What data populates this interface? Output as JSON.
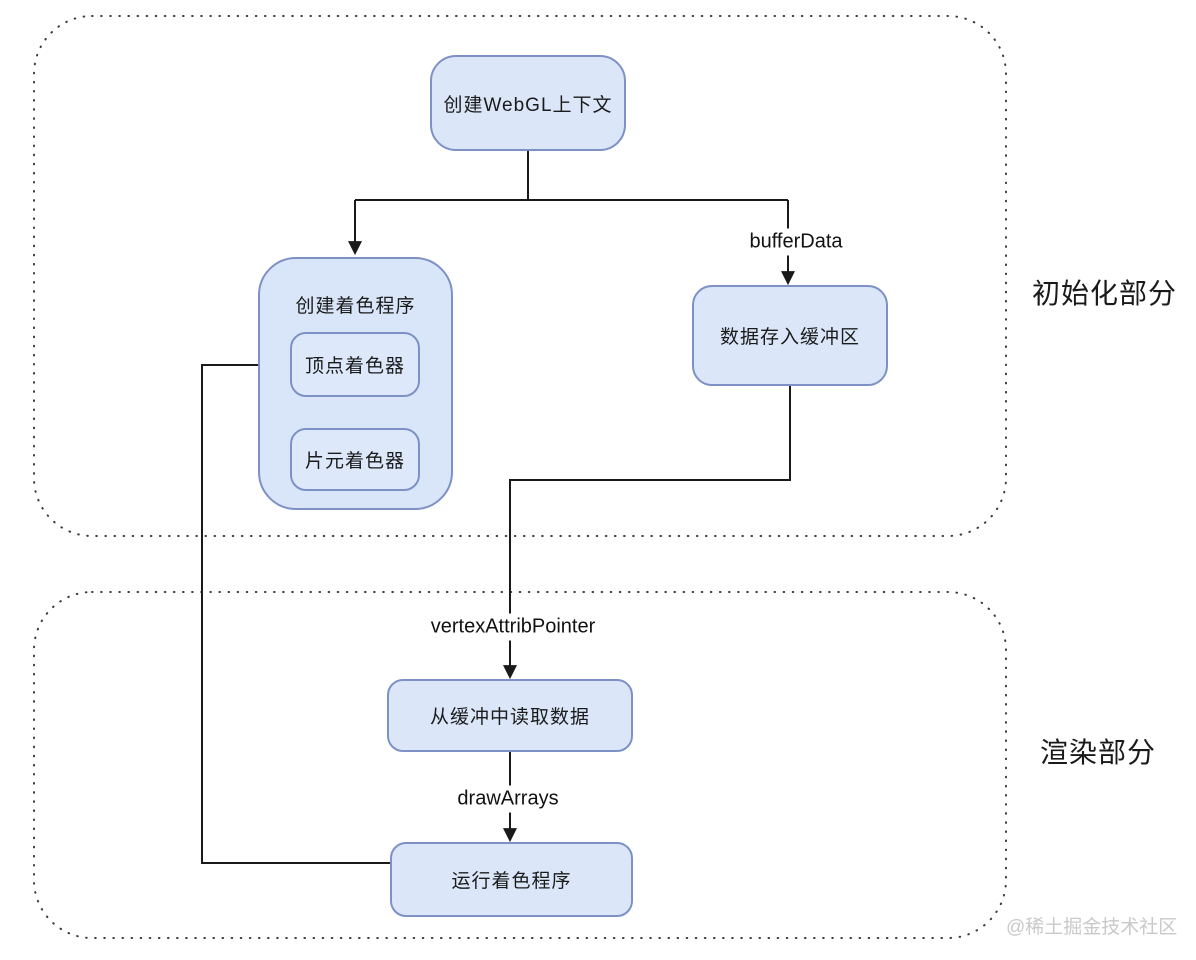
{
  "diagram": {
    "title_hint": "WebGL 初始化与渲染流程图",
    "sections": {
      "init": {
        "label": "初始化部分"
      },
      "render": {
        "label": "渲染部分"
      }
    },
    "nodes": {
      "create_context": "创建WebGL上下文",
      "create_shader_program": "创建着色程序",
      "vertex_shader": "顶点着色器",
      "fragment_shader": "片元着色器",
      "store_buffer": "数据存入缓冲区",
      "read_buffer": "从缓冲中读取数据",
      "run_program": "运行着色程序"
    },
    "edge_labels": {
      "buffer_data": "bufferData",
      "vertex_attrib_pointer": "vertexAttribPointer",
      "draw_arrays": "drawArrays"
    },
    "watermark": "@稀土掘金技术社区",
    "colors": {
      "node_fill": "#dbe7f9",
      "node_border": "#7e91c6",
      "line": "#1a1a1a",
      "dotted_outline": "#3a3a3a",
      "watermark": "#c9c9c9",
      "background": "#ffffff"
    }
  }
}
